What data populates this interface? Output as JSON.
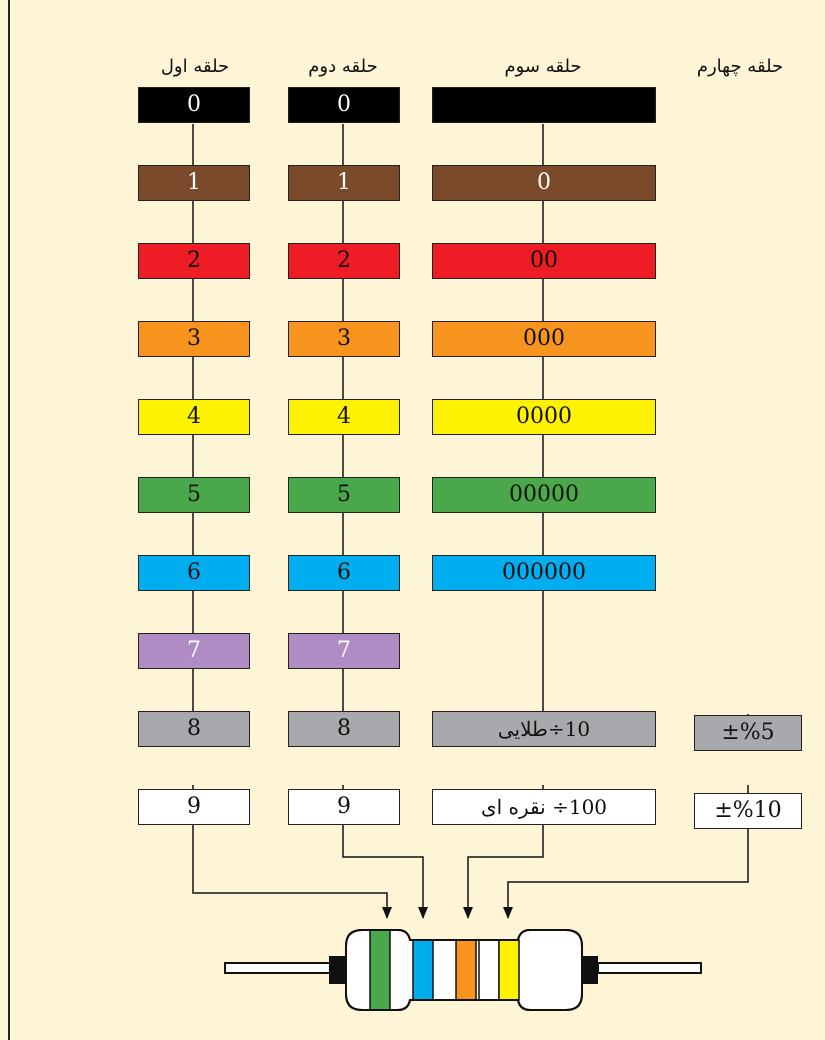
{
  "headers": {
    "band1": "حلقه اول",
    "band2": "حلقه دوم",
    "band3": "حلقه سوم",
    "band4": "حلقه چهارم"
  },
  "colors": {
    "black": "#000000",
    "brown": "#7a4a2b",
    "red": "#ee1c25",
    "orange": "#f7941d",
    "yellow": "#fff200",
    "green": "#4aa84a",
    "blue": "#00aeef",
    "violet": "#b08cc4",
    "gray": "#a7a9ac",
    "white": "#ffffff",
    "gold": "#a7a9ac",
    "silver": "#ffffff"
  },
  "rows": [
    {
      "color": "black",
      "digit1": "0",
      "digit2": "0",
      "multiplier": ""
    },
    {
      "color": "brown",
      "digit1": "1",
      "digit2": "1",
      "multiplier": "0"
    },
    {
      "color": "red",
      "digit1": "2",
      "digit2": "2",
      "multiplier": "00"
    },
    {
      "color": "orange",
      "digit1": "3",
      "digit2": "3",
      "multiplier": "000"
    },
    {
      "color": "yellow",
      "digit1": "4",
      "digit2": "4",
      "multiplier": "0000"
    },
    {
      "color": "green",
      "digit1": "5",
      "digit2": "5",
      "multiplier": "00000"
    },
    {
      "color": "blue",
      "digit1": "6",
      "digit2": "6",
      "multiplier": "000000"
    },
    {
      "color": "violet",
      "digit1": "7",
      "digit2": "7",
      "multiplier": null
    },
    {
      "color": "gray",
      "digit1": "8",
      "digit2": "8",
      "multiplier": "10÷طلایی",
      "tolerance": "±%5"
    },
    {
      "color": "white",
      "digit1": "9",
      "digit2": "9",
      "multiplier": "100÷ نقره ای",
      "tolerance": "±%10"
    }
  ],
  "resistor_bands": [
    "green",
    "blue",
    "orange",
    "white",
    "yellow"
  ]
}
